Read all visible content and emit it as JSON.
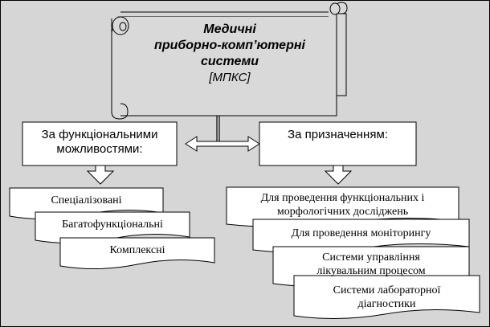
{
  "title": {
    "lines": [
      "Медичні",
      "приборно-комп’ютерні",
      "системи"
    ],
    "abbreviation": "[МПКС]"
  },
  "categories": {
    "left": {
      "label_lines": [
        "За функціональними",
        "можливостями:"
      ],
      "items": [
        "Спеціалізовані",
        "Багатофункціональні",
        "Комплексні"
      ]
    },
    "right": {
      "label_lines": [
        "За призначенням:"
      ],
      "items": [
        [
          "Для проведення функціональних і",
          "морфологічних досліджень"
        ],
        [
          "Для проведення моніторингу"
        ],
        [
          "Системи управління",
          "лікувальним процесом"
        ],
        [
          "Системи лабораторної",
          "діагностики"
        ]
      ]
    }
  },
  "colors": {
    "background": "#d6d6d6",
    "scroll_fill": "#d9d9d9",
    "box_fill": "#ffffff",
    "stroke": "#000000"
  }
}
